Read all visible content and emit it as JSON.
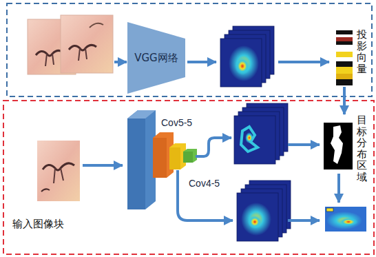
{
  "diagram": {
    "nodes": [
      {
        "text": [
          "VGG网络"
        ]
      },
      {
        "text": [
          "投影向量"
        ]
      },
      {
        "text": [
          "目标分布区域"
        ]
      },
      {
        "text": [
          "输入图像块"
        ]
      }
    ],
    "edges": [
      {
        "from": 1,
        "to": 2,
        "arrow": "to"
      }
    ],
    "labels": [
      "Cov5-5",
      "Cov4-5"
    ]
  }
}
